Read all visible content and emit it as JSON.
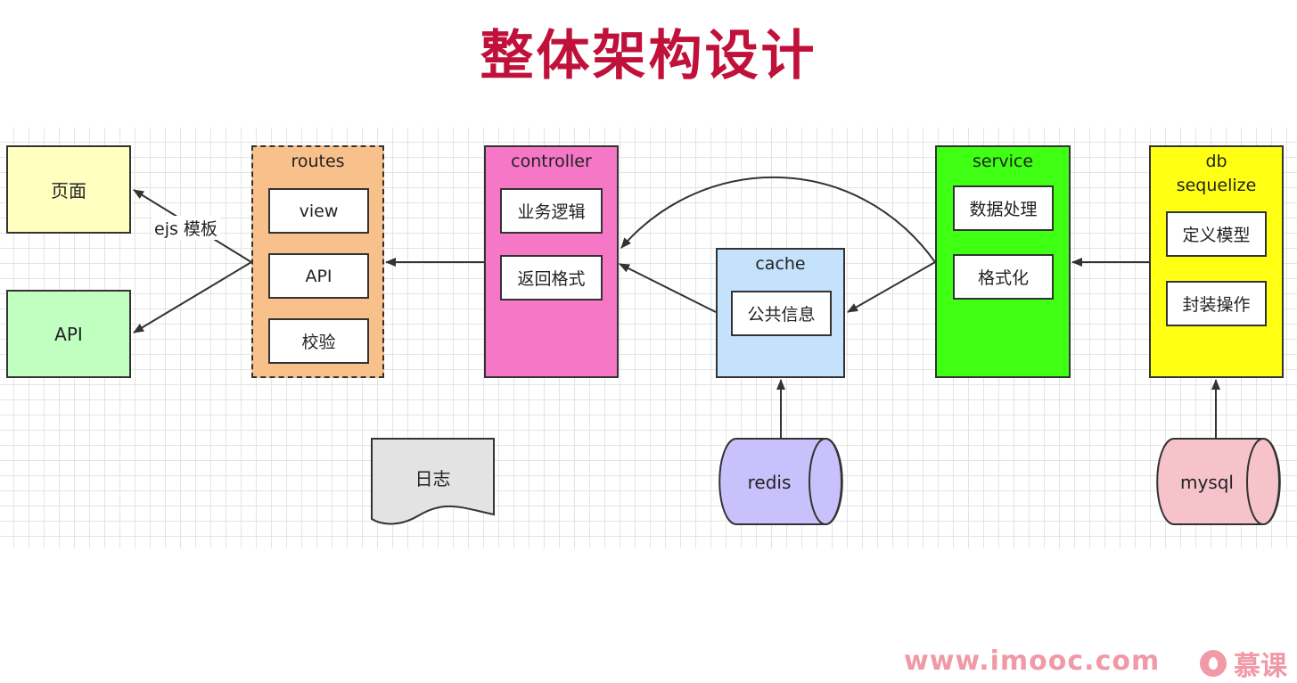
{
  "title": "整体架构设计",
  "nodes": {
    "page": "页面",
    "api_out": "API",
    "routes": {
      "label": "routes",
      "items": [
        "view",
        "API",
        "校验"
      ]
    },
    "controller": {
      "label": "controller",
      "items": [
        "业务逻辑",
        "返回格式"
      ]
    },
    "cache": {
      "label": "cache",
      "items": [
        "公共信息"
      ]
    },
    "service": {
      "label": "service",
      "items": [
        "数据处理",
        "格式化"
      ]
    },
    "db": {
      "label_line1": "db",
      "label_line2": "sequelize",
      "items": [
        "定义模型",
        "封装操作"
      ]
    },
    "log": "日志",
    "redis": "redis",
    "mysql": "mysql"
  },
  "edge_label": "ejs 模板",
  "footer": {
    "url": "www.imooc.com",
    "brand": "慕课"
  },
  "colors": {
    "title": "#c0113b",
    "page": "#ffffc0",
    "api": "#c0ffc0",
    "routes": "#f8c08b",
    "controller": "#f577c6",
    "cache": "#c4e2fb",
    "service": "#3fff12",
    "db": "#ffff14",
    "log": "#e3e3e3",
    "redis": "#c9c1fb",
    "mysql": "#f7c3cb",
    "footer": "#f09aa7"
  }
}
